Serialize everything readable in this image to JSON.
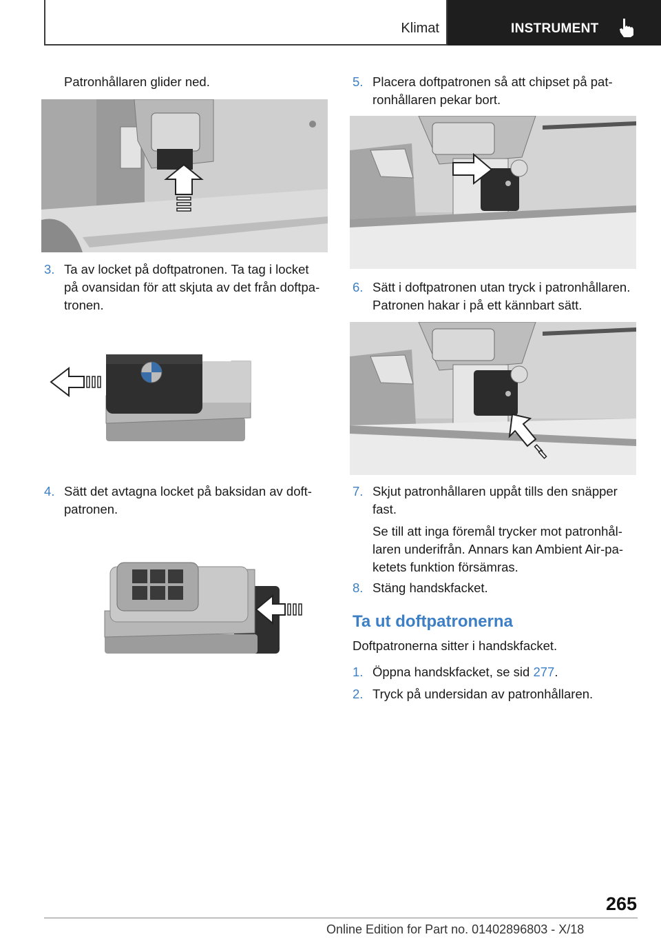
{
  "header": {
    "section": "Klimat",
    "tab_label": "INSTRUMENT",
    "tab_icon": "pointing-hand-icon"
  },
  "left_column": {
    "intro": "Patronhållaren glider ned.",
    "step3": {
      "num": "3.",
      "lines": [
        "Ta av locket på doftpatronen. Ta tag i locket",
        "på ovansidan för att skjuta av det från doftpa-",
        "tronen."
      ]
    },
    "step4": {
      "num": "4.",
      "lines": [
        "Sätt det avtagna locket på baksidan av doft-",
        "patronen."
      ]
    }
  },
  "right_column": {
    "step5": {
      "num": "5.",
      "lines": [
        "Placera doftpatronen så att chipset på pat-",
        "ronhållaren pekar bort."
      ]
    },
    "step6": {
      "num": "6.",
      "lines": [
        "Sätt i doftpatronen utan tryck i patronhållaren.",
        "Patronen hakar i på ett kännbart sätt."
      ]
    },
    "step7": {
      "num": "7.",
      "lines": [
        "Skjut patronhållaren uppåt tills den snäpper",
        "fast."
      ],
      "note_lines": [
        "Se till att inga föremål trycker mot patronhål-",
        "laren underifrån. Annars kan Ambient Air-pa-",
        "ketets funktion försämras."
      ]
    },
    "step8": {
      "num": "8.",
      "text": "Stäng handskfacket."
    },
    "heading": "Ta ut doftpatronerna",
    "heading_intro": "Doftpatronerna sitter i handskfacket.",
    "sub1": {
      "num": "1.",
      "text_before": "Öppna handskfacket, se sid ",
      "link": "277",
      "text_after": "."
    },
    "sub2": {
      "num": "2.",
      "text": "Tryck på undersidan av patronhållaren."
    }
  },
  "footer": {
    "page_number": "265",
    "edition": "Online Edition for Part no. 01402896803 - X/18"
  }
}
